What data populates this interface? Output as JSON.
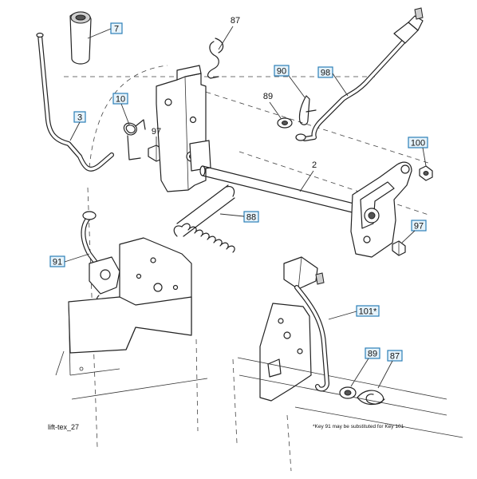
{
  "diagram": {
    "callouts": [
      {
        "id": "c7",
        "label": "7",
        "boxed": true
      },
      {
        "id": "c87a",
        "label": "87",
        "boxed": false
      },
      {
        "id": "c3",
        "label": "3",
        "boxed": true
      },
      {
        "id": "c10",
        "label": "10",
        "boxed": true
      },
      {
        "id": "c97a",
        "label": "97",
        "boxed": false
      },
      {
        "id": "c90",
        "label": "90",
        "boxed": true
      },
      {
        "id": "c98",
        "label": "98",
        "boxed": true
      },
      {
        "id": "c89a",
        "label": "89",
        "boxed": false
      },
      {
        "id": "c100",
        "label": "100",
        "boxed": true
      },
      {
        "id": "c2",
        "label": "2",
        "boxed": false
      },
      {
        "id": "c88",
        "label": "88",
        "boxed": true
      },
      {
        "id": "c97b",
        "label": "97",
        "boxed": true
      },
      {
        "id": "c91",
        "label": "91",
        "boxed": true
      },
      {
        "id": "c101",
        "label": "101*",
        "boxed": true
      },
      {
        "id": "c89b",
        "label": "89",
        "boxed": true
      },
      {
        "id": "c87b",
        "label": "87",
        "boxed": true
      }
    ],
    "figure_id": "lift-tex_27",
    "footnote": "*Key 91 may be substituted for Key 101"
  }
}
